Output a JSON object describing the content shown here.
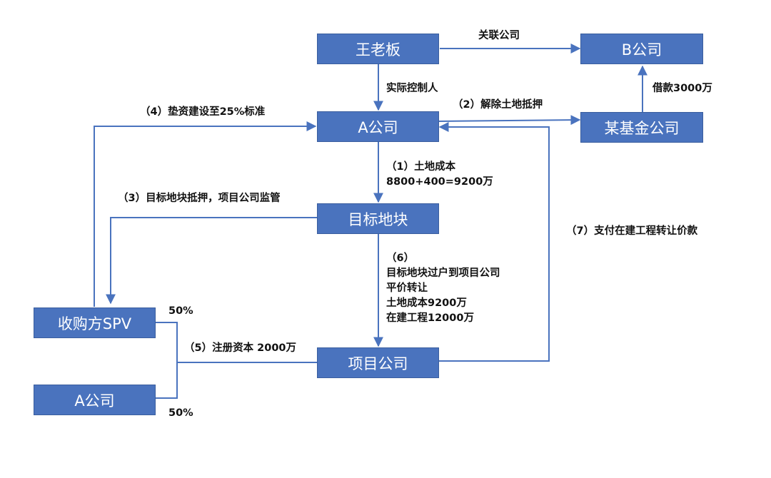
{
  "nodes": {
    "wang": "王老板",
    "b_company": "B公司",
    "a_company": "A公司",
    "fund": "某基金公司",
    "land": "目标地块",
    "spv": "收购方SPV",
    "a_company_2": "A公司",
    "project": "项目公司"
  },
  "edges": {
    "related": "关联公司",
    "controller": "实际控制人",
    "loan": "借款3000万",
    "step1_line1": "（1）土地成本",
    "step1_line2": "8800+400=9200万",
    "step2": "（2）解除土地抵押",
    "step3": "（3）目标地块抵押，项目公司监管",
    "step4": "（4）垫资建设至25%标准",
    "step5": "（5）注册资本 2000万",
    "step6_line1": "（6）",
    "step6_line2": "目标地块过户到项目公司",
    "step6_line3": "平价转让",
    "step6_line4": "土地成本9200万",
    "step6_line5": "在建工程12000万",
    "step7": "（7）支付在建工程转让价款",
    "share_spv": "50%",
    "share_a": "50%"
  },
  "colors": {
    "node_fill": "#4a73be",
    "line": "#4a73be",
    "text": "#111111"
  }
}
